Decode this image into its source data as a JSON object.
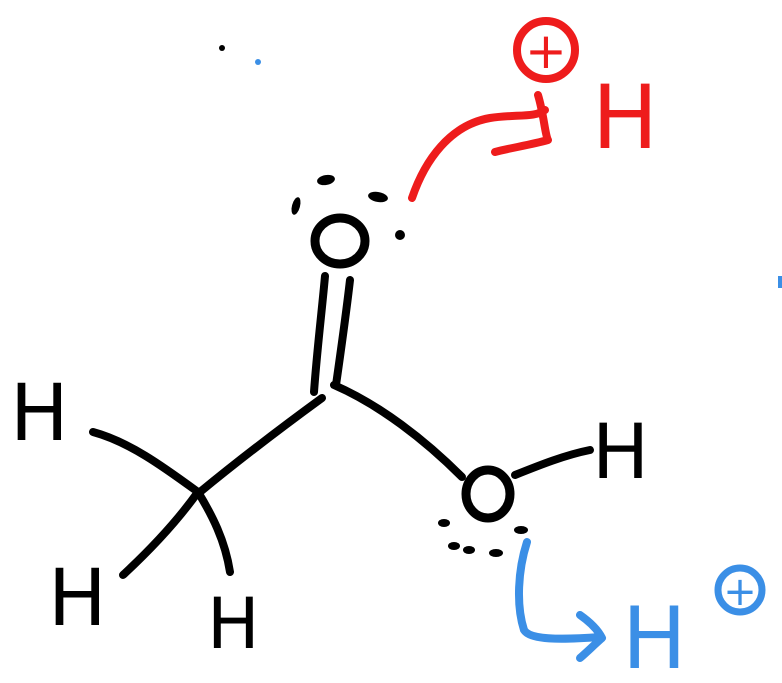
{
  "colors": {
    "ink": "#000000",
    "red": "#ee1c1c",
    "blue": "#3b8fe6"
  },
  "atoms": {
    "h_top_left": "H",
    "h_bottom_left": "H",
    "h_bottom_mid": "H",
    "h_hydroxyl": "H",
    "h_red_proton": "H",
    "h_blue_proton": "H"
  },
  "charges": {
    "red_plus": "+",
    "blue_plus": "+"
  }
}
